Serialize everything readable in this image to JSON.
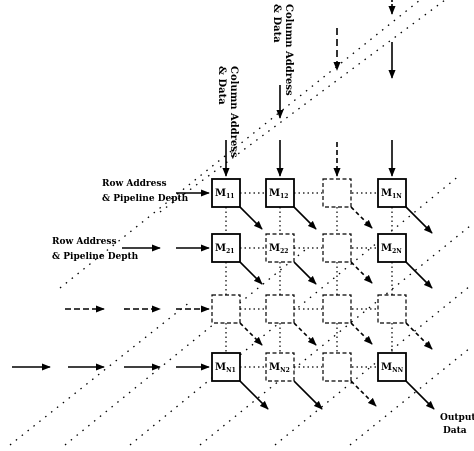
{
  "diagram": {
    "column_labels": [
      {
        "line1": "Column Address",
        "line2": "& Data"
      },
      {
        "line1": "Column Address",
        "line2": "& Data"
      }
    ],
    "row_labels": [
      {
        "line1": "Row Address",
        "line2": "& Pipeline Depth"
      },
      {
        "line1": "Row Address",
        "line2": "& Pipeline Depth"
      }
    ],
    "output_label": {
      "line1": "Output",
      "line2": "Data"
    },
    "cells": [
      {
        "id": "m11",
        "label": "M11",
        "base": "M",
        "sub": "11",
        "style": "solid"
      },
      {
        "id": "m12",
        "label": "M12",
        "base": "M",
        "sub": "12",
        "style": "solid"
      },
      {
        "id": "m13",
        "label": "",
        "base": "",
        "sub": "",
        "style": "dashed"
      },
      {
        "id": "m1n",
        "label": "M1N",
        "base": "M",
        "sub": "1N",
        "style": "solid"
      },
      {
        "id": "m21",
        "label": "M21",
        "base": "M",
        "sub": "21",
        "style": "solid"
      },
      {
        "id": "m22",
        "label": "M22",
        "base": "M",
        "sub": "22",
        "style": "dashed"
      },
      {
        "id": "m23",
        "label": "",
        "base": "",
        "sub": "",
        "style": "dashed"
      },
      {
        "id": "m2n",
        "label": "M2N",
        "base": "M",
        "sub": "2N",
        "style": "solid"
      },
      {
        "id": "m31",
        "label": "",
        "base": "",
        "sub": "",
        "style": "dashed"
      },
      {
        "id": "m32",
        "label": "",
        "base": "",
        "sub": "",
        "style": "dashed"
      },
      {
        "id": "m33",
        "label": "",
        "base": "",
        "sub": "",
        "style": "dashed"
      },
      {
        "id": "m3n",
        "label": "",
        "base": "",
        "sub": "",
        "style": "dashed"
      },
      {
        "id": "mn1",
        "label": "MN1",
        "base": "M",
        "sub": "N1",
        "style": "solid"
      },
      {
        "id": "mn2",
        "label": "MN2",
        "base": "M",
        "sub": "N2",
        "style": "dashed"
      },
      {
        "id": "mn3",
        "label": "",
        "base": "",
        "sub": "",
        "style": "dashed"
      },
      {
        "id": "mnn",
        "label": "MNN",
        "base": "M",
        "sub": "NN",
        "style": "solid"
      }
    ],
    "colors": {
      "ink": "#000000",
      "background": "#ffffff"
    }
  }
}
